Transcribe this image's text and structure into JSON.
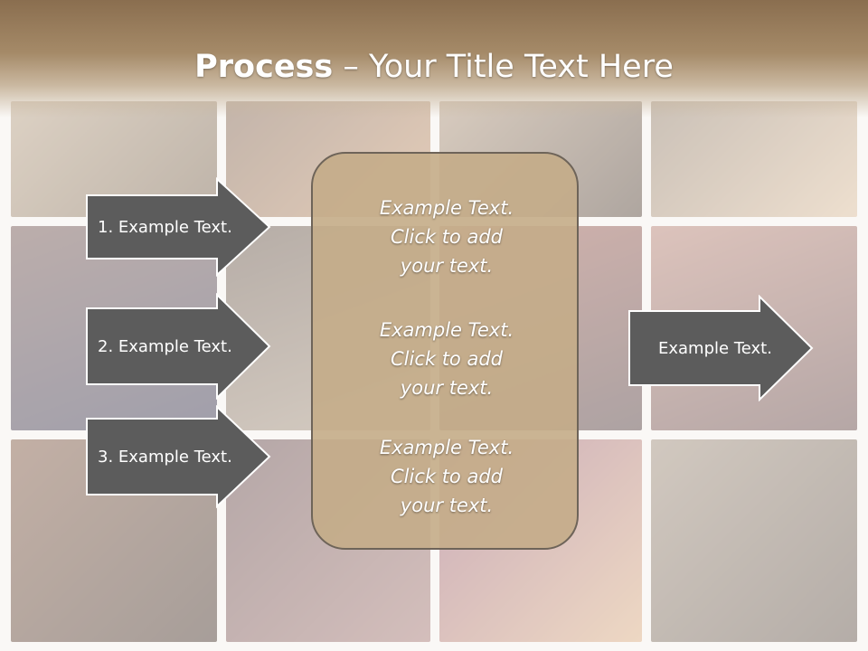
{
  "title": {
    "bold": "Process",
    "rest": " – Your Title Text Here"
  },
  "arrows": [
    {
      "label": "1. Example Text."
    },
    {
      "label": "2. Example Text."
    },
    {
      "label": "3. Example Text."
    }
  ],
  "center_panel": {
    "blocks": [
      {
        "text": "Example Text.\nClick  to add\nyour text."
      },
      {
        "text": "Example Text.\nClick  to add\nyour text."
      },
      {
        "text": "Example Text.\nClick  to add\nyour text."
      }
    ]
  },
  "result_arrow": {
    "label": "Example Text."
  },
  "colors": {
    "arrow_fill": "#5c5c5c",
    "arrow_stroke": "#ffffff",
    "panel_fill": "#c4ac88",
    "title_band": "#8a6e4f"
  }
}
